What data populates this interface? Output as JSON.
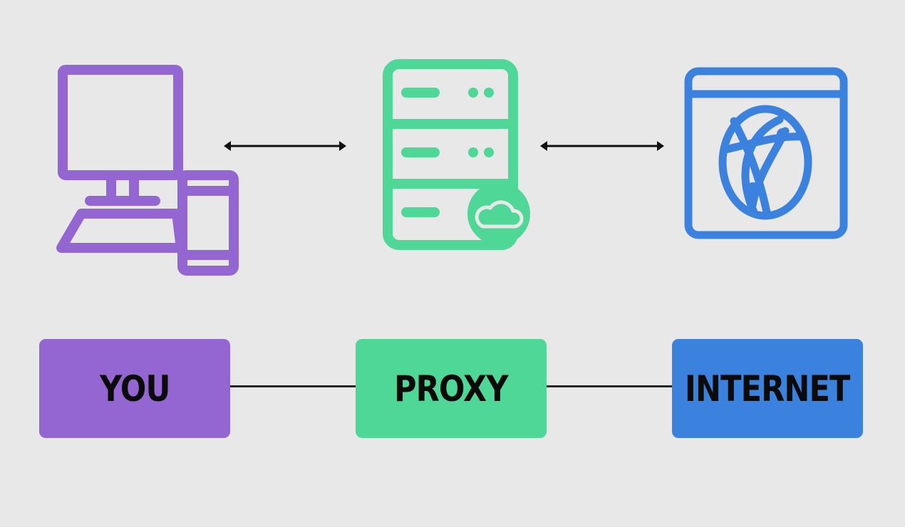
{
  "colors": {
    "background": "#e8e8e8",
    "you": "#9466d1",
    "proxy": "#4fd797",
    "internet": "#3b82de",
    "arrow": "#111111",
    "connector": "#262626"
  },
  "icons": {
    "you": "computer-and-phone-icon",
    "proxy": "cloud-server-icon",
    "internet": "browser-globe-icon"
  },
  "nodes": [
    {
      "id": "you",
      "label": "YOU"
    },
    {
      "id": "proxy",
      "label": "PROXY"
    },
    {
      "id": "internet",
      "label": "INTERNET"
    }
  ]
}
